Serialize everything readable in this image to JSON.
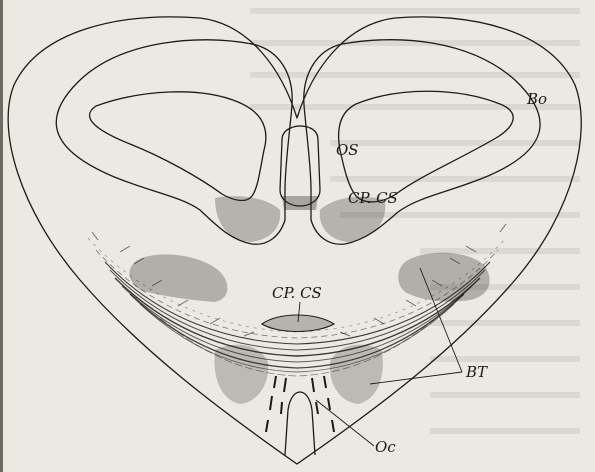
{
  "figure": {
    "labels": {
      "bo": "Bo",
      "os": "OS",
      "cpcs_upper": "CP. CS",
      "cpcs_lower": "CP. CS",
      "bt": "BT",
      "oc": "Oc"
    }
  },
  "colors": {
    "paper": "#ece9e2",
    "ink": "#1d1b18"
  }
}
